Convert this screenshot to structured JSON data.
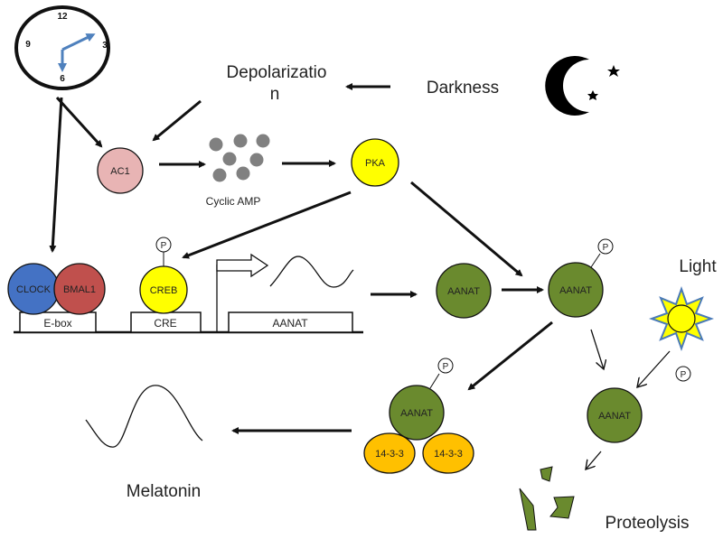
{
  "labels": {
    "depolarization_line1": "Depolarizatio",
    "depolarization_line2": "n",
    "darkness": "Darkness",
    "light": "Light",
    "cyclic_amp": "Cyclic AMP",
    "melatonin": "Melatonin",
    "proteolysis": "Proteolysis"
  },
  "clock": {
    "n12": "12",
    "n3": "3",
    "n6": "6",
    "n9": "9"
  },
  "nodes": {
    "ac1": "AC1",
    "pka": "PKA",
    "clock": "CLOCK",
    "bmal1": "BMAL1",
    "creb": "CREB",
    "aanat_1": "AANAT",
    "aanat_2": "AANAT",
    "aanat_3": "AANAT",
    "aanat_4": "AANAT",
    "p_creb": "P",
    "p_aanat_2": "P",
    "p_aanat_3": "P",
    "p_free": "P",
    "p1433_left": "14-3-3",
    "p1433_right": "14-3-3"
  },
  "dna": {
    "ebox": "E-box",
    "cre": "CRE",
    "aanat_gene": "AANAT"
  },
  "colors": {
    "ac1": "#e8b4b4",
    "pka": "#ffff00",
    "clock": "#4472c4",
    "bmal1": "#c0504d",
    "creb": "#ffff00",
    "aanat": "#6a8a2e",
    "p1433": "#ffc000",
    "camp": "#808080",
    "sun": "#ffff00",
    "sun_rays": "#4a7ab8",
    "clock_hands": "#4f81bd"
  }
}
